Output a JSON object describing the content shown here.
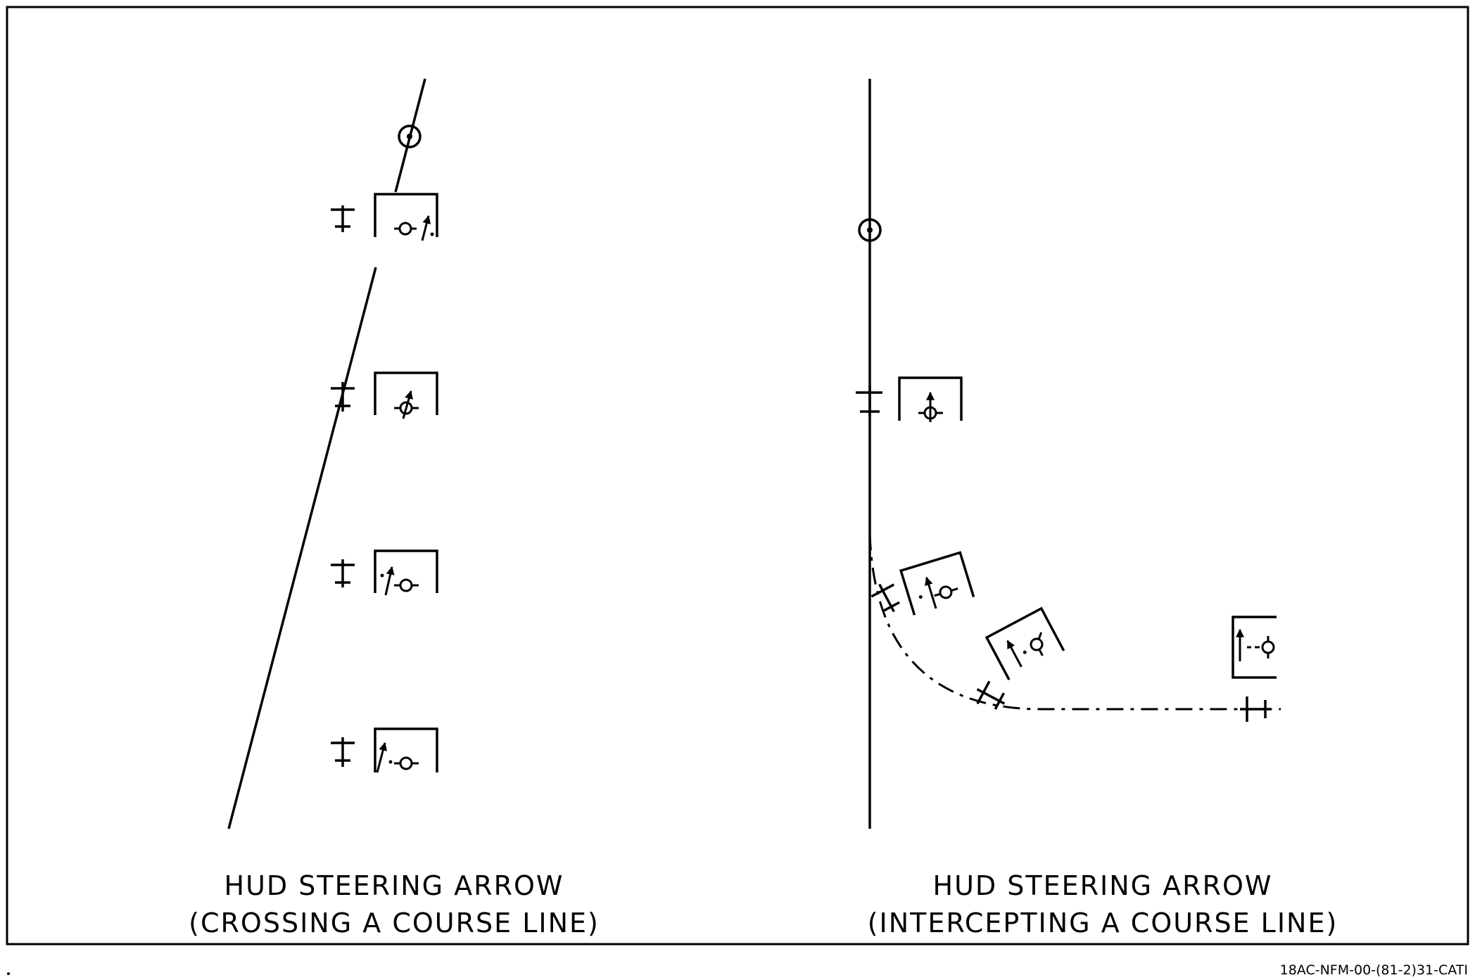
{
  "left_panel": {
    "caption_line1": "HUD STEERING ARROW",
    "caption_line2": "(CROSSING A COURSE LINE)"
  },
  "right_panel": {
    "caption_line1": "HUD STEERING ARROW",
    "caption_line2": "(INTERCEPTING A COURSE LINE)"
  },
  "figure_code": "18AC-NFM-00-(81-2)31-CATI",
  "icons": {
    "target": "waypoint-target-icon",
    "aircraft": "aircraft-symbol-icon",
    "hud": "hud-window-icon",
    "velocity_vector": "velocity-vector-icon",
    "steering_arrow": "steering-arrow-icon"
  },
  "colors": {
    "ink": "#000000",
    "background": "#ffffff"
  }
}
